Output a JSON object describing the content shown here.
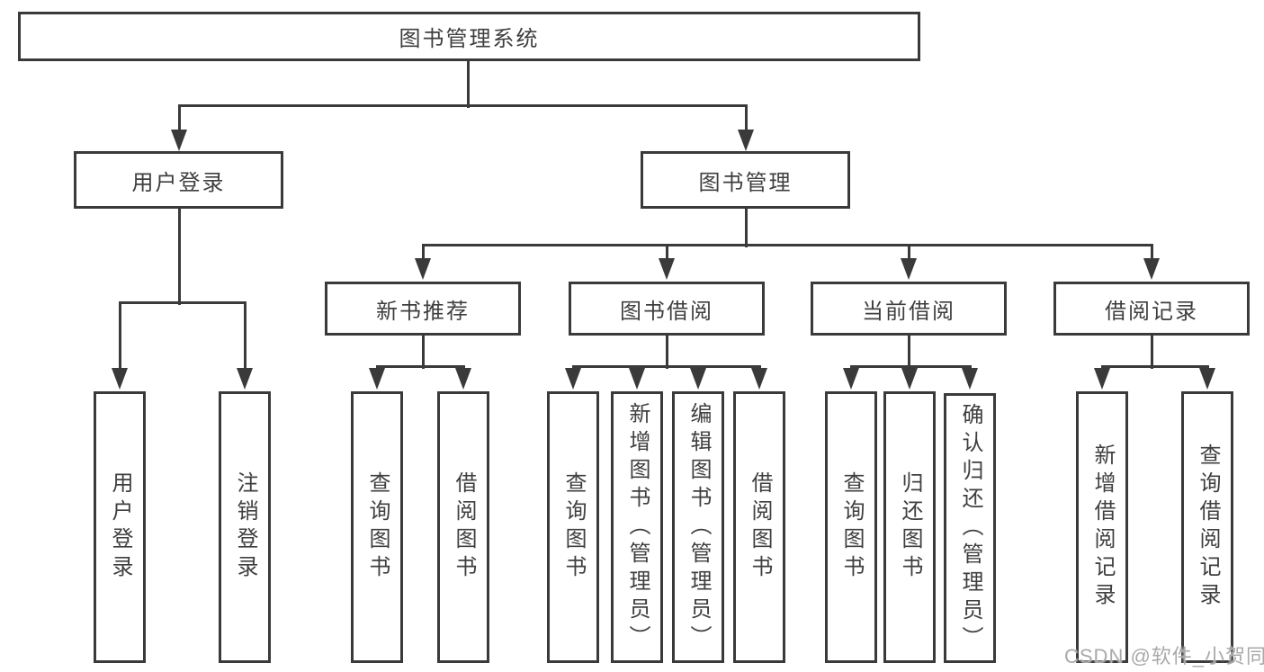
{
  "diagram": {
    "root": {
      "label": "图书管理系统"
    },
    "level2": [
      {
        "label": "用户登录"
      },
      {
        "label": "图书管理"
      }
    ],
    "level3": [
      {
        "label": "新书推荐",
        "parent": "图书管理"
      },
      {
        "label": "图书借阅",
        "parent": "图书管理"
      },
      {
        "label": "当前借阅",
        "parent": "图书管理"
      },
      {
        "label": "借阅记录",
        "parent": "图书管理"
      }
    ],
    "leaves": [
      {
        "label": "用户登录",
        "parent": "用户登录"
      },
      {
        "label": "注销登录",
        "parent": "用户登录"
      },
      {
        "label": "查询图书",
        "parent": "新书推荐"
      },
      {
        "label": "借阅图书",
        "parent": "新书推荐"
      },
      {
        "label": "查询图书",
        "parent": "图书借阅"
      },
      {
        "label": "新增图书（管理员）",
        "parent": "图书借阅"
      },
      {
        "label": "编辑图书（管理员）",
        "parent": "图书借阅"
      },
      {
        "label": "借阅图书",
        "parent": "图书借阅"
      },
      {
        "label": "查询图书",
        "parent": "当前借阅"
      },
      {
        "label": "归还图书",
        "parent": "当前借阅"
      },
      {
        "label": "确认归还（管理员）",
        "parent": "当前借阅"
      },
      {
        "label": "新增借阅记录",
        "parent": "借阅记录"
      },
      {
        "label": "查询借阅记录",
        "parent": "借阅记录"
      }
    ]
  },
  "watermark": {
    "text": "CSDN @软件_小贺同学"
  },
  "colors": {
    "line": "#3a3a3a",
    "text": "#3f3f3f",
    "background": "#ffffff",
    "watermark": "#a9a9a9"
  }
}
